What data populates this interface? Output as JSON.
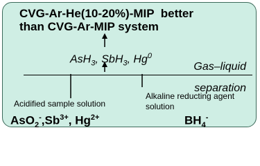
{
  "title_line1": "CVG-Ar-He(10-20%)-MIP  better",
  "title_line2": "than CVG-Ar-MIP system",
  "hydrides": {
    "as": "AsH",
    "as_sub": "3",
    "sep1": ", ",
    "sb": "SbH",
    "sb_sub": "3",
    "sep2": ", ",
    "hg": "Hg",
    "hg_sup": "0"
  },
  "separation": {
    "line1": "Gas–liquid",
    "line2": "separation"
  },
  "acidified_label": "Acidified sample solution",
  "alkaline_label_line1": "Alkaline reducting agent",
  "alkaline_label_line2": "solution",
  "ions": {
    "as": "AsO",
    "as_sub": "2",
    "as_sup": "-",
    "sep1": ",",
    "sb": "Sb",
    "sb_sup": "3+",
    "sep2": ", ",
    "hg": "Hg",
    "hg_sup": "2+"
  },
  "reductant": {
    "base": "BH",
    "sub": "4",
    "sup": "-"
  },
  "colors": {
    "panel_fill": "#cfeee4",
    "panel_border": "#3c6a5a",
    "text": "#000000"
  }
}
